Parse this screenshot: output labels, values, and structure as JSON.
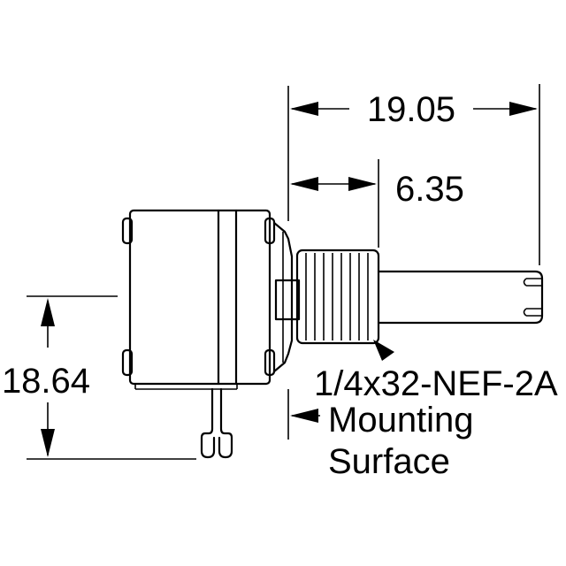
{
  "dimensions": {
    "overall_length": "19.05",
    "bushing_length": "6.35",
    "height": "18.64"
  },
  "callouts": {
    "thread_spec": "1/4x32-NEF-2A",
    "mounting_line1": "Mounting",
    "mounting_line2": "Surface"
  },
  "colors": {
    "line": "#000000",
    "background": "#ffffff"
  }
}
